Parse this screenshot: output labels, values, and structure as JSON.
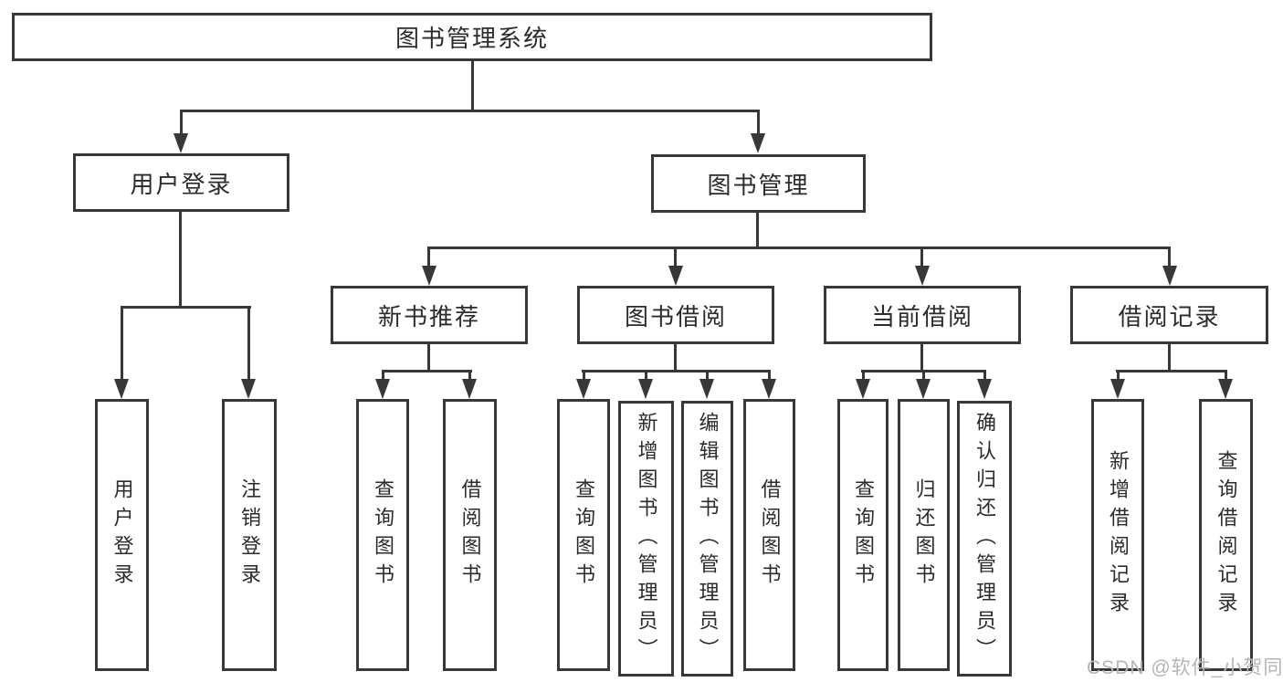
{
  "diagram": {
    "title": "图书管理系统",
    "nodes": {
      "root": "图书管理系统",
      "user_login": "用户登录",
      "book_mgmt": "图书管理",
      "new_book_rec": "新书推荐",
      "book_borrow": "图书借阅",
      "current_borrow": "当前借阅",
      "borrow_record": "借阅记录",
      "ul_login": "用户登录",
      "ul_logout": "注销登录",
      "nb_query": "查询图书",
      "nb_borrow": "借阅图书",
      "bb_query": "查询图书",
      "bb_add": "新增图书（管理员）",
      "bb_edit": "编辑图书（管理员）",
      "bb_borrow": "借阅图书",
      "cb_query": "查询图书",
      "cb_return": "归还图书",
      "cb_confirm": "确认归还（管理员）",
      "br_add": "新增借阅记录",
      "br_query": "查询借阅记录"
    }
  },
  "watermark": "CSDN @软件_小贺同学",
  "colors": {
    "line": "#383838",
    "text": "#2b2b2b",
    "watermark": "#b5b5b5",
    "background": "#ffffff"
  }
}
